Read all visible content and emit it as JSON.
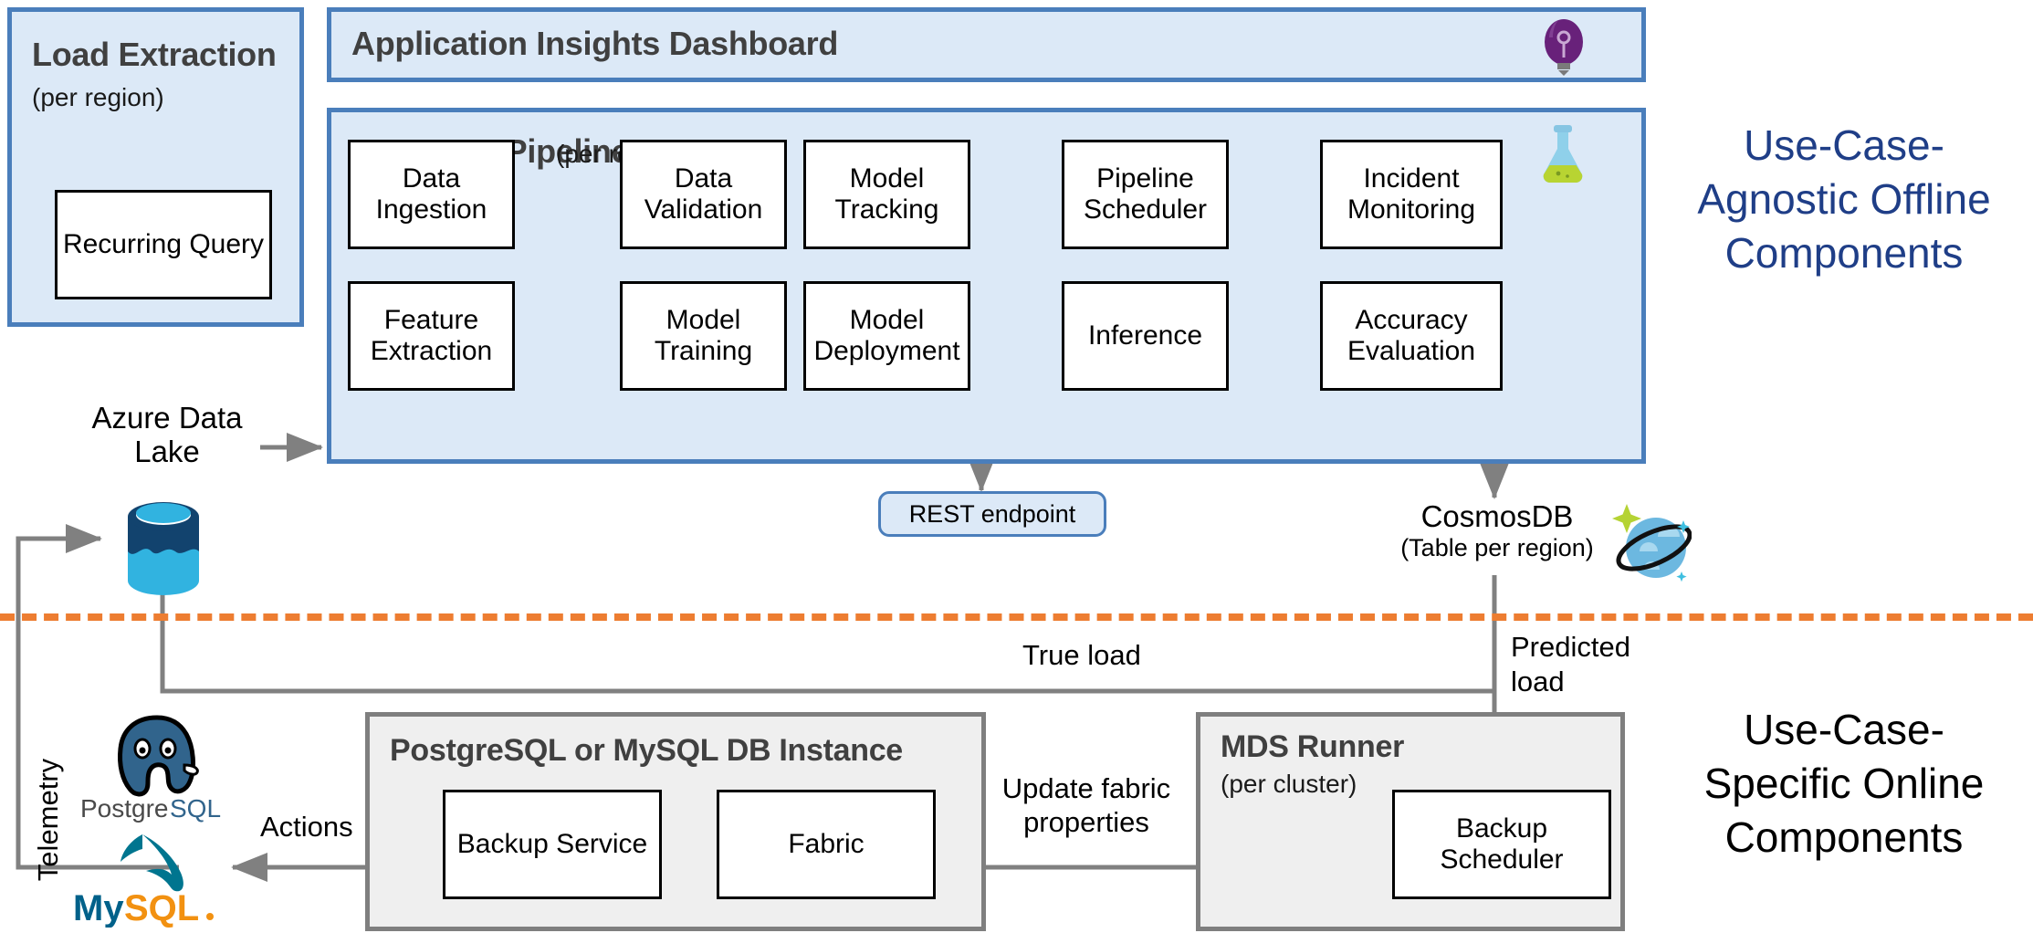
{
  "offline": {
    "load_extraction": {
      "title": "Load Extraction",
      "subtitle": "(per region)",
      "node": "Recurring Query"
    },
    "app_insights": {
      "title": "Application Insights Dashboard",
      "icon": "lightbulb-icon"
    },
    "ml_pipeline": {
      "title": "Azure ML Pipeline",
      "subtitle": "(per region)",
      "icon": "flask-icon",
      "nodes_row1": [
        "Data Ingestion",
        "Data Validation",
        "Model Tracking",
        "Pipeline Scheduler",
        "Incident Monitoring"
      ],
      "nodes_row2": [
        "Feature Extraction",
        "Model Training",
        "Model Deployment",
        "Inference",
        "Accuracy Evaluation"
      ]
    },
    "rest_endpoint": "REST endpoint",
    "cosmosdb": {
      "title": "CosmosDB",
      "subtitle": "(Table per region)",
      "icon": "cosmosdb-planet-icon"
    },
    "data_lake": {
      "title": "Azure Data",
      "title2": "Lake",
      "icon": "azure-data-lake-icon"
    },
    "side_label": {
      "line1": "Use-Case-",
      "line2": "Agnostic Offline",
      "line3": "Components",
      "color": "#1f3e87"
    }
  },
  "online": {
    "db_instance": {
      "title": "PostgreSQL or MySQL DB Instance",
      "nodes": [
        "Backup Service",
        "Fabric"
      ]
    },
    "mds_runner": {
      "title": "MDS Runner",
      "subtitle": "(per cluster)",
      "node": "Backup Scheduler"
    },
    "logos": {
      "postgres": "postgresql-logo-icon",
      "mysql": "mysql-logo-icon"
    },
    "side_label": {
      "line1": "Use-Case-",
      "line2": "Specific Online",
      "line3": "Components",
      "color": "#000000"
    }
  },
  "edges": {
    "true_load": "True load",
    "predicted_load_1": "Predicted",
    "predicted_load_2": "load",
    "telemetry": "Telemetry",
    "actions": "Actions",
    "update_fabric_1": "Update fabric",
    "update_fabric_2": "properties"
  },
  "colors": {
    "container_blue_fill": "#dce9f7",
    "container_blue_border": "#4a7ebb",
    "container_grey_fill": "#efefef",
    "container_grey_border": "#7f7f7f",
    "divider_orange": "#ed7d31",
    "arrow_grey": "#808080",
    "navy_text": "#1f3e87"
  }
}
